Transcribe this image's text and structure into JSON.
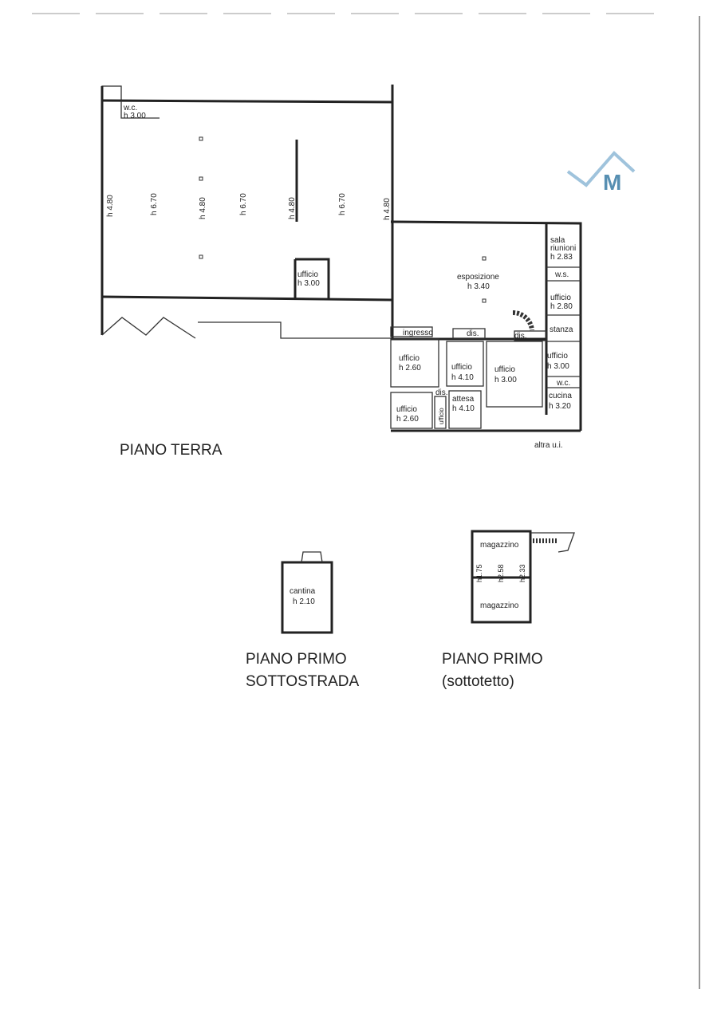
{
  "plans": {
    "ground": {
      "title": "PIANO TERRA",
      "rooms": {
        "wc_top": "w.c.",
        "wc_top_h": "h 3.00",
        "h480_a": "h 4.80",
        "h670_a": "h 6.70",
        "h480_b": "h 4.80",
        "h670_b": "h 6.70",
        "h480_c": "h 4.80",
        "h670_c": "h 6.70",
        "h480_d": "h 4.80",
        "ufficio_small": "ufficio",
        "ufficio_small_h": "h 3.00",
        "esposizione": "esposizione",
        "esposizione_h": "h 3.40",
        "sala": "sala",
        "riunioni": "riunioni",
        "sala_h": "h 2.83",
        "ws": "w.s.",
        "ufficio_r1": "ufficio",
        "ufficio_r1_h": "h 2.80",
        "stanza": "stanza",
        "ingresso": "ingresso",
        "dis1": "dis.",
        "dis2": "dis.",
        "dis3": "dis.",
        "ufficio_a": "ufficio",
        "ufficio_a_h": "h 2.60",
        "ufficio_b": "ufficio",
        "ufficio_b_h": "h 4.10",
        "ufficio_c": "ufficio",
        "ufficio_c_h": "h 3.00",
        "ufficio_d": "ufficio",
        "ufficio_d_h": "h 3.00",
        "wc2": "w.c.",
        "cucina": "cucina",
        "cucina_h": "h 3.20",
        "ufficio_e": "ufficio",
        "ufficio_e_h": "h 2.60",
        "ufficio_vert": "ufficio",
        "attesa": "attesa",
        "attesa_h": "h 4.10",
        "altra": "altra u.i."
      }
    },
    "basement": {
      "title_line1": "PIANO PRIMO",
      "title_line2": "SOTTOSTRADA",
      "room": "cantina",
      "room_h": "h 2.10"
    },
    "attic": {
      "title_line1": "PIANO PRIMO",
      "title_line2": "(sottotetto)",
      "room_top": "magazzino",
      "room_bottom": "magazzino",
      "h1": "h1.75",
      "h2": "h2.58",
      "h3": "h2.33"
    }
  },
  "logo": {
    "letter": "M",
    "colors": {
      "primary": "#3a7ca5",
      "secondary": "#8fb9d6"
    }
  }
}
